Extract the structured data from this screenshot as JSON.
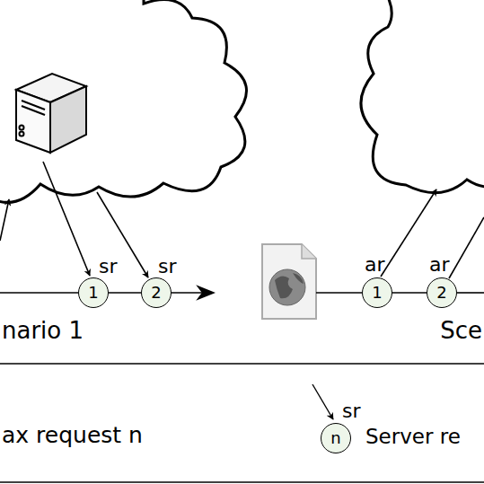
{
  "diagram": {
    "nodes": [
      {
        "text": [
          "1"
        ]
      },
      {
        "text": [
          "2"
        ]
      },
      {
        "text": [
          "1"
        ]
      },
      {
        "text": [
          "2"
        ]
      },
      {
        "text": [
          "n"
        ]
      }
    ],
    "edges": [
      {
        "from": 0,
        "to": 1,
        "arrow": "none"
      },
      {
        "from": 2,
        "to": 3,
        "arrow": "none"
      }
    ],
    "labels": [
      "sr",
      "sr",
      "ar",
      "ar",
      "nario 1",
      "Sce",
      "sr"
    ],
    "legend": [
      {
        "text": "ax request n"
      },
      {
        "text": "Server re"
      }
    ]
  }
}
